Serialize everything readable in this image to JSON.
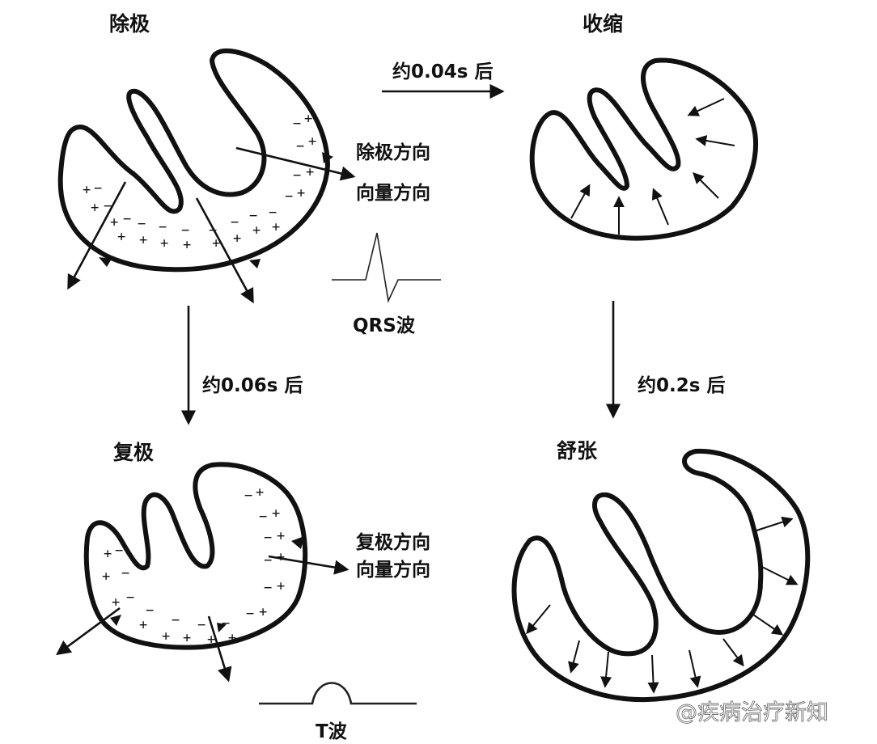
{
  "panels": {
    "depolarization": {
      "title": "除极",
      "direction_label": "除极方向",
      "vector_label": "向量方向",
      "wave_label": "QRS波"
    },
    "contraction": {
      "title": "收缩"
    },
    "repolarization": {
      "title": "复极",
      "direction_label": "复极方向",
      "vector_label": "向量方向",
      "wave_label": "T波"
    },
    "relaxation": {
      "title": "舒张"
    }
  },
  "transitions": {
    "to_contraction": "约0.04s 后",
    "to_repolarization": "约0.06s 后",
    "to_relaxation": "约0.2s 后"
  },
  "charge_signs": {
    "plus": "+",
    "minus": "−"
  },
  "watermark": "@疾病治疗新知"
}
